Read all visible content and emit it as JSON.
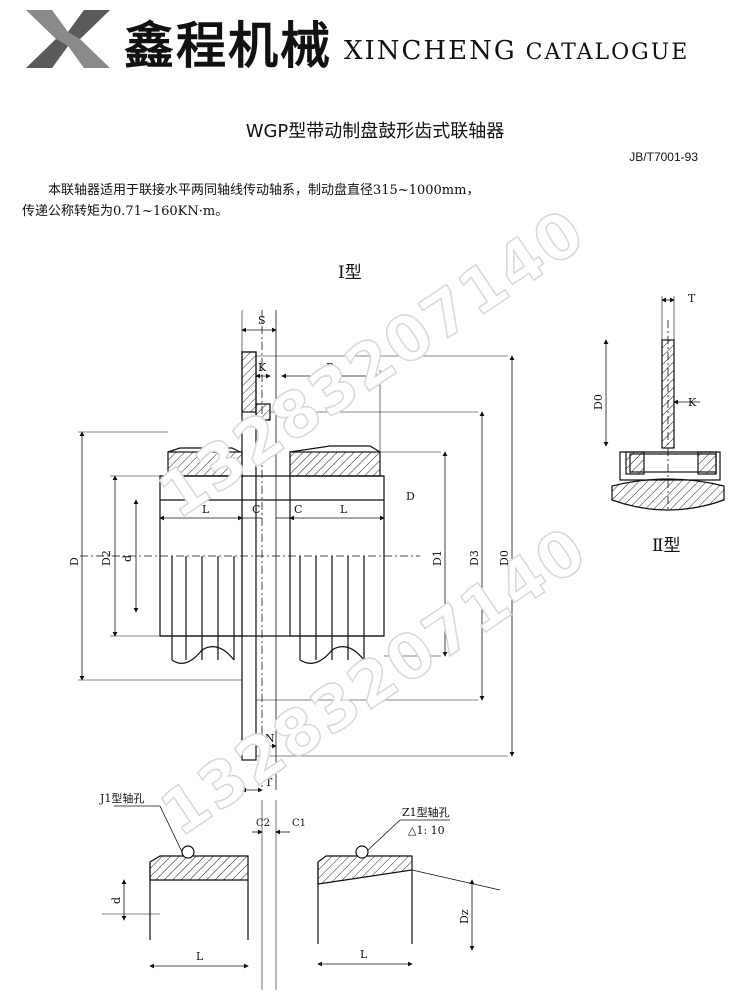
{
  "header": {
    "brand_cn": "鑫程机械",
    "brand_en_main": "XINCHENG",
    "brand_en_sub": "CATALOGUE"
  },
  "title": "WGP型带动制盘鼓形齿式联轴器",
  "standard": "JB/T7001-93",
  "description": {
    "line1": "本联轴器适用于联接水平两同轴线传动轴系，制动盘直径315~1000mm，",
    "line2": "传递公称转矩为0.71~160KN·m。"
  },
  "drawing": {
    "type1_label": "Ⅰ型",
    "type2_label": "Ⅱ型",
    "dim_labels": {
      "S": "S",
      "K": "K",
      "B": "B",
      "L": "L",
      "C": "C",
      "D": "D",
      "D2": "D2",
      "d": "d",
      "D1": "D1",
      "D3": "D3",
      "D0": "D0",
      "N": "N",
      "T": "T",
      "C2": "C2",
      "C1": "C1",
      "Dz": "Dz"
    },
    "j1_label": "J1型轴孔",
    "z1_label": "Z1型轴孔",
    "taper": "△1: 10"
  },
  "watermark": "13283207140"
}
